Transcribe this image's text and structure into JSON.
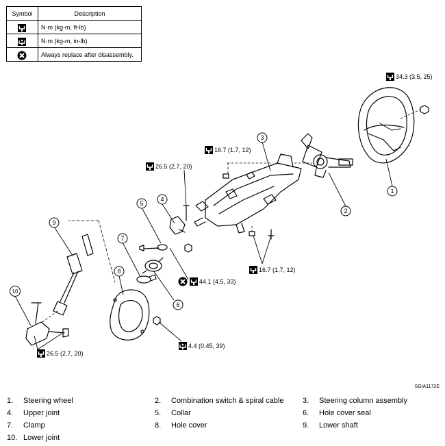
{
  "legend": {
    "headers": {
      "symbol": "Symbol",
      "description": "Description"
    },
    "rows": [
      {
        "icon": "torque-ft-lb-icon",
        "text": "N·m (kg-m, ft-lb)"
      },
      {
        "icon": "torque-in-lb-icon",
        "text": "N·m (kg-m, in-lb)"
      },
      {
        "icon": "always-replace-icon",
        "text": "Always replace after disassembly."
      }
    ]
  },
  "torque_labels": {
    "wheel_nut": "34.3 (3.5, 25)",
    "column_upper": "16.7 (1.7, 12)",
    "upper_joint_bolt": "26.5 (2.7, 20)",
    "column_lower": "16.7 (1.7, 12)",
    "collar_nut": "44.1 (4.5, 33)",
    "hole_cover_nut": "4.4 (0.45, 39)",
    "lower_joint_bolt": "26.5 (2.7, 20)"
  },
  "callouts": [
    "1",
    "2",
    "3",
    "4",
    "5",
    "6",
    "7",
    "8",
    "9",
    "10"
  ],
  "figure_id": "SGIA1172E",
  "parts": [
    {
      "num": "1.",
      "name": "Steering wheel"
    },
    {
      "num": "2.",
      "name": "Combination switch & spiral cable"
    },
    {
      "num": "3.",
      "name": "Steering column assembly"
    },
    {
      "num": "4.",
      "name": "Upper joint"
    },
    {
      "num": "5.",
      "name": "Collar"
    },
    {
      "num": "6.",
      "name": "Hole cover seal"
    },
    {
      "num": "7.",
      "name": "Clamp"
    },
    {
      "num": "8.",
      "name": "Hole cover"
    },
    {
      "num": "9.",
      "name": "Lower shaft"
    },
    {
      "num": "10.",
      "name": "Lower joint"
    }
  ]
}
